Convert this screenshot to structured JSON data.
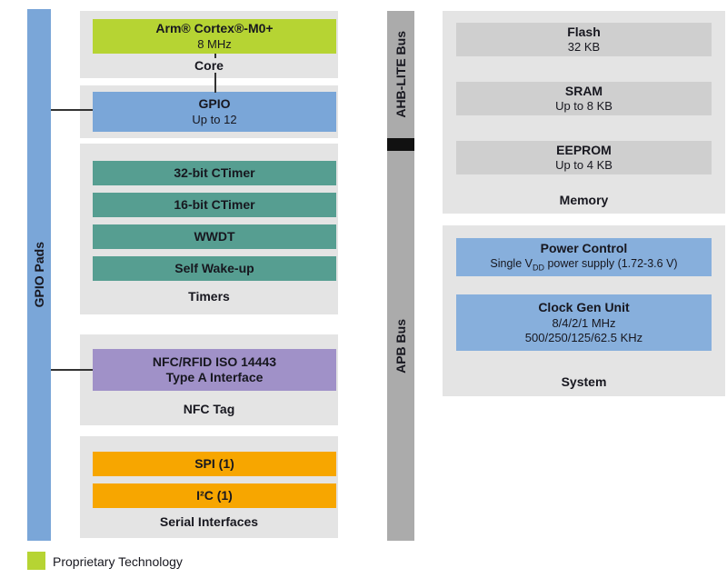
{
  "colors": {
    "proprietary_green": "#b6d433",
    "gpio_blue": "#7aa6d8",
    "system_blue": "#87afdc",
    "timer_teal": "#569e91",
    "nfc_purple": "#a091c8",
    "serial_orange": "#f7a600",
    "container_gray": "#e4e4e4",
    "memory_gray": "#cfcfcf",
    "bus_gray": "#ababab",
    "bus_black": "#111111"
  },
  "gpio_pads_label": "GPIO Pads",
  "core": {
    "title": "Arm® Cortex®-M0+",
    "sub": "8 MHz",
    "label": "Core"
  },
  "gpio": {
    "title": "GPIO",
    "sub": "Up to 12"
  },
  "timers": {
    "items": [
      "32-bit CTimer",
      "16-bit CTimer",
      "WWDT",
      "Self Wake-up"
    ],
    "label": "Timers"
  },
  "nfc": {
    "title": "NFC/RFID ISO 14443",
    "sub": "Type A Interface",
    "label": "NFC Tag"
  },
  "serial": {
    "items": [
      "SPI (1)",
      "I²C (1)"
    ],
    "label": "Serial Interfaces"
  },
  "bus": {
    "ahb": "AHB-LITE Bus",
    "apb": "APB Bus"
  },
  "memory": {
    "items": [
      {
        "title": "Flash",
        "sub": "32 KB"
      },
      {
        "title": "SRAM",
        "sub": "Up to 8 KB"
      },
      {
        "title": "EEPROM",
        "sub": "Up to 4 KB"
      }
    ],
    "label": "Memory"
  },
  "system": {
    "power": {
      "title": "Power Control",
      "sub_pre": "Single V",
      "sub_sub": "DD",
      "sub_post": " power supply (1.72-3.6 V)"
    },
    "clock": {
      "title": "Clock Gen Unit",
      "line1": "8/4/2/1 MHz",
      "line2": "500/250/125/62.5 KHz"
    },
    "label": "System"
  },
  "legend": {
    "label": "Proprietary Technology"
  }
}
